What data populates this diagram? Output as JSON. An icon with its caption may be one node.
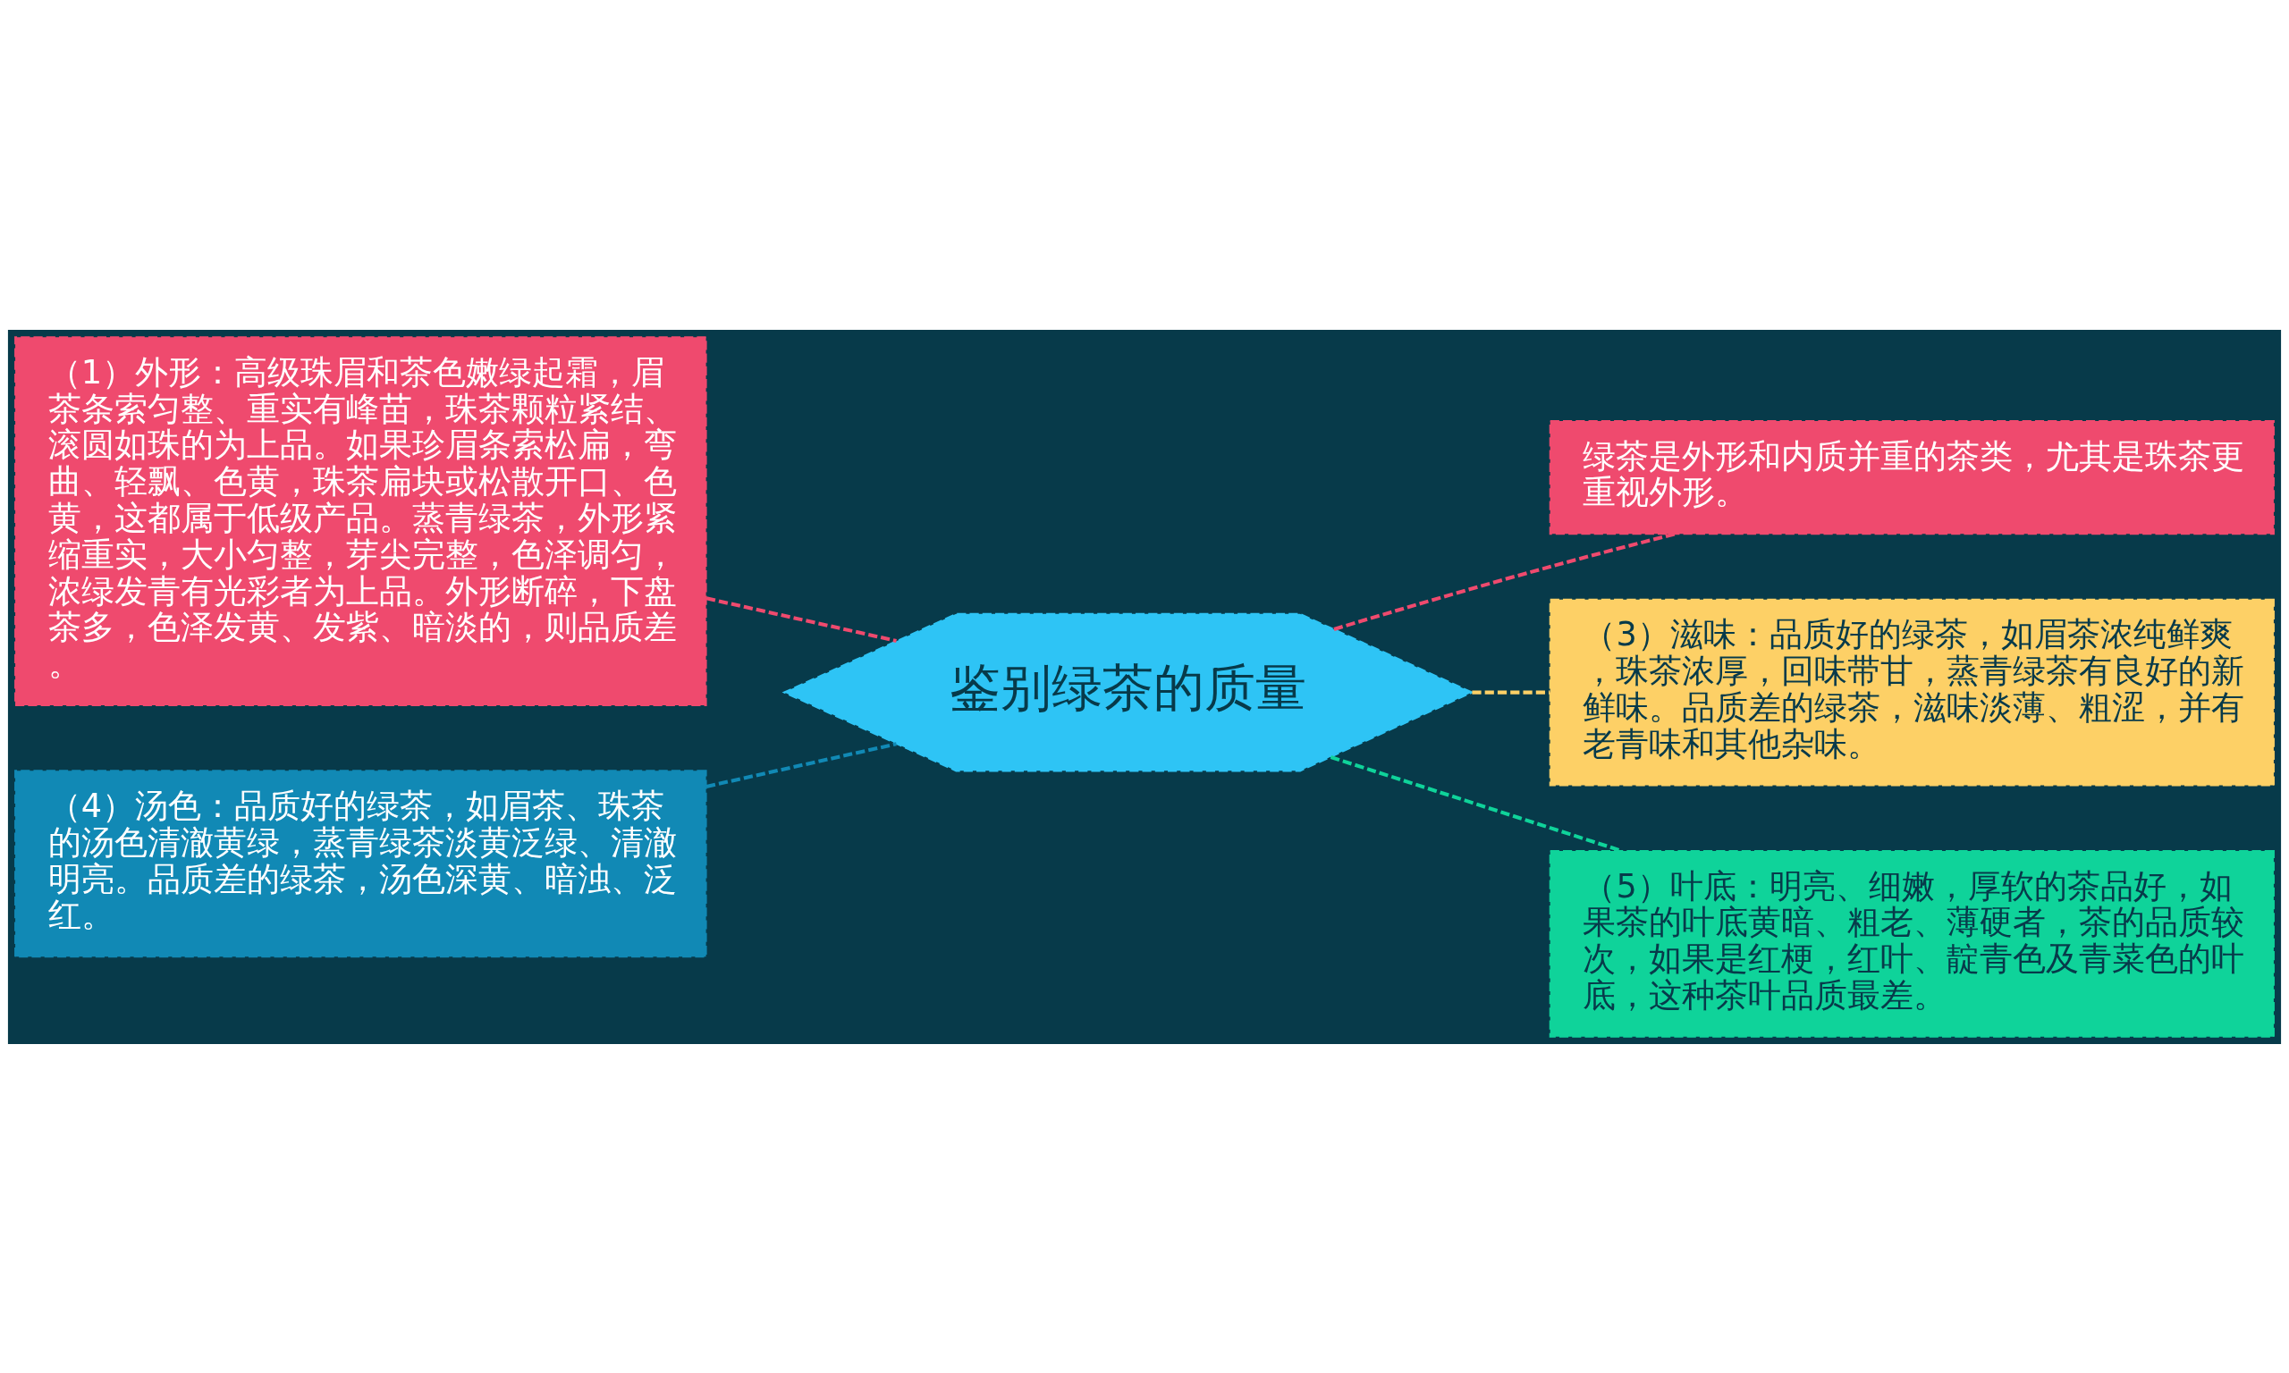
{
  "diagram": {
    "nodes": [
      {
        "text": [
          "鉴别绿茶的质量"
        ]
      },
      {
        "text": [
          "（1）外形：高级珠眉和茶色嫩绿起霜，眉茶条索匀整、重实有峰苗，珠茶颗粒紧结、滚圆如珠的为上品。如果珍眉条索松扁，弯曲、轻飘、色黄，珠茶扁块或松散开口、色黄，这都属于低级产品。蒸青绿茶，外形紧缩重实，大小匀整，芽尖完整，色泽调匀，浓绿发青有光彩者为上品。外形断碎，下盘茶多，色泽发黄、发紫、暗淡的，则品质差。"
        ]
      },
      {
        "text": [
          "（4）汤色：品质好的绿茶，如眉茶、珠茶的汤色清澈黄绿，蒸青绿茶淡黄泛绿、清澈明亮。品质差的绿茶，汤色深黄、暗浊、泛红。"
        ]
      },
      {
        "text": [
          "绿茶是外形和内质并重的茶类，尤其是珠茶更重视外形。"
        ]
      },
      {
        "text": [
          "（3）滋味：品质好的绿茶，如眉茶浓纯鲜爽，珠茶浓厚，回味带甘，蒸青绿茶有良好的新鲜味。品质差的绿茶，滋味淡薄、粗涩，并有老青味和其他杂味。"
        ]
      },
      {
        "text": [
          "（5）叶底：明亮、细嫩，厚软的茶品好，如果茶的叶底黄暗、粗老、薄硬者，茶的品质较次，如果是红梗，红叶、靛青色及青菜色的叶底，这种茶叶品质最差。"
        ]
      }
    ],
    "edges": [
      {
        "from": 0,
        "to": 1,
        "arrow": "none",
        "style": "dashed",
        "color": "#ef4a6e"
      },
      {
        "from": 0,
        "to": 2,
        "arrow": "none",
        "style": "dashed",
        "color": "#1189b5"
      },
      {
        "from": 0,
        "to": 3,
        "arrow": "none",
        "style": "dashed",
        "color": "#ef4a6e"
      },
      {
        "from": 0,
        "to": 4,
        "arrow": "none",
        "style": "dashed",
        "color": "#fdd066"
      },
      {
        "from": 0,
        "to": 5,
        "arrow": "none",
        "style": "dashed",
        "color": "#0fd39a"
      }
    ]
  }
}
